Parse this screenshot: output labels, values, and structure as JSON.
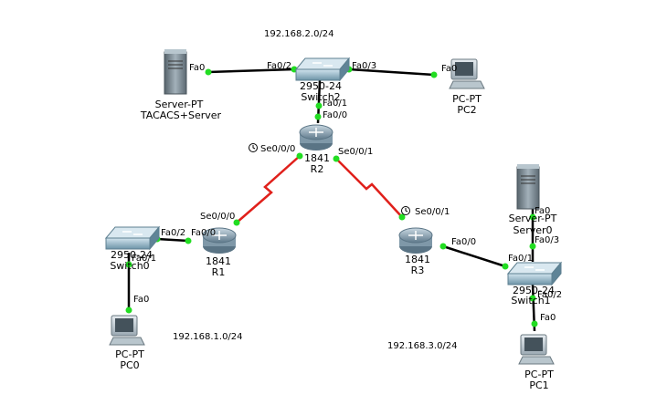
{
  "networks": {
    "top": "192.168.2.0/24",
    "left": "192.168.1.0/24",
    "right": "192.168.3.0/24"
  },
  "devices": {
    "server_tacacs": {
      "type": "Server-PT",
      "name": "TACACS+Server"
    },
    "switch2": {
      "model": "2950-24",
      "name": "Switch2"
    },
    "pc2": {
      "type": "PC-PT",
      "name": "PC2"
    },
    "r2": {
      "model": "1841",
      "name": "R2"
    },
    "r1": {
      "model": "1841",
      "name": "R1"
    },
    "r3": {
      "model": "1841",
      "name": "R3"
    },
    "switch0": {
      "model": "2950-24",
      "name": "Switch0"
    },
    "pc0": {
      "type": "PC-PT",
      "name": "PC0"
    },
    "server0": {
      "type": "Server-PT",
      "name": "Server0"
    },
    "switch1": {
      "model": "2950-24",
      "name": "Switch1"
    },
    "pc1": {
      "type": "PC-PT",
      "name": "PC1"
    }
  },
  "ports": {
    "server_tacacs_fa0": "Fa0",
    "switch2_fa0_2": "Fa0/2",
    "switch2_fa0_3": "Fa0/3",
    "pc2_fa0": "Fa0",
    "switch2_fa0_1": "Fa0/1",
    "r2_fa0_0": "Fa0/0",
    "r2_se0_0_0": "Se0/0/0",
    "r2_se0_0_1": "Se0/0/1",
    "r1_se0_0_0": "Se0/0/0",
    "r1_fa0_0": "Fa0/0",
    "switch0_fa0_2": "Fa0/2",
    "switch0_fa0_1": "Fa0/1",
    "pc0_fa0": "Fa0",
    "r3_se0_0_1": "Se0/0/1",
    "r3_fa0_0": "Fa0/0",
    "switch1_fa0_1": "Fa0/1",
    "switch1_fa0_3": "Fa0/3",
    "switch1_fa0_2": "Fa0/2",
    "server0_fa0": "Fa0",
    "pc1_fa0": "Fa0"
  },
  "colors": {
    "ethernet": "#000000",
    "serial": "#e0201b",
    "link_up": "#22dd22",
    "router_body": "#7f98a8",
    "switch_body": "#7ea3b5",
    "server_body": "#7d8a92"
  }
}
